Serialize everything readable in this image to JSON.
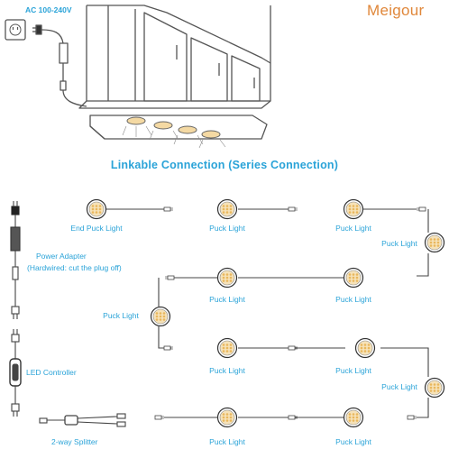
{
  "header": {
    "voltage": "AC 100-240V",
    "brand": "Meigour",
    "title": "Linkable Connection (Series Connection)"
  },
  "labels": {
    "end_puck": "End Puck Light",
    "puck": "Puck Light",
    "power_adapter_line1": "Power Adapter",
    "power_adapter_line2": "(Hardwired: cut the plug off)",
    "led_controller": "LED Controller",
    "splitter": "2-way Splitter"
  },
  "colors": {
    "accent_blue": "#2aa3d8",
    "brand_orange": "#e0873a",
    "line": "#444444",
    "led": "#f4d9a3"
  }
}
